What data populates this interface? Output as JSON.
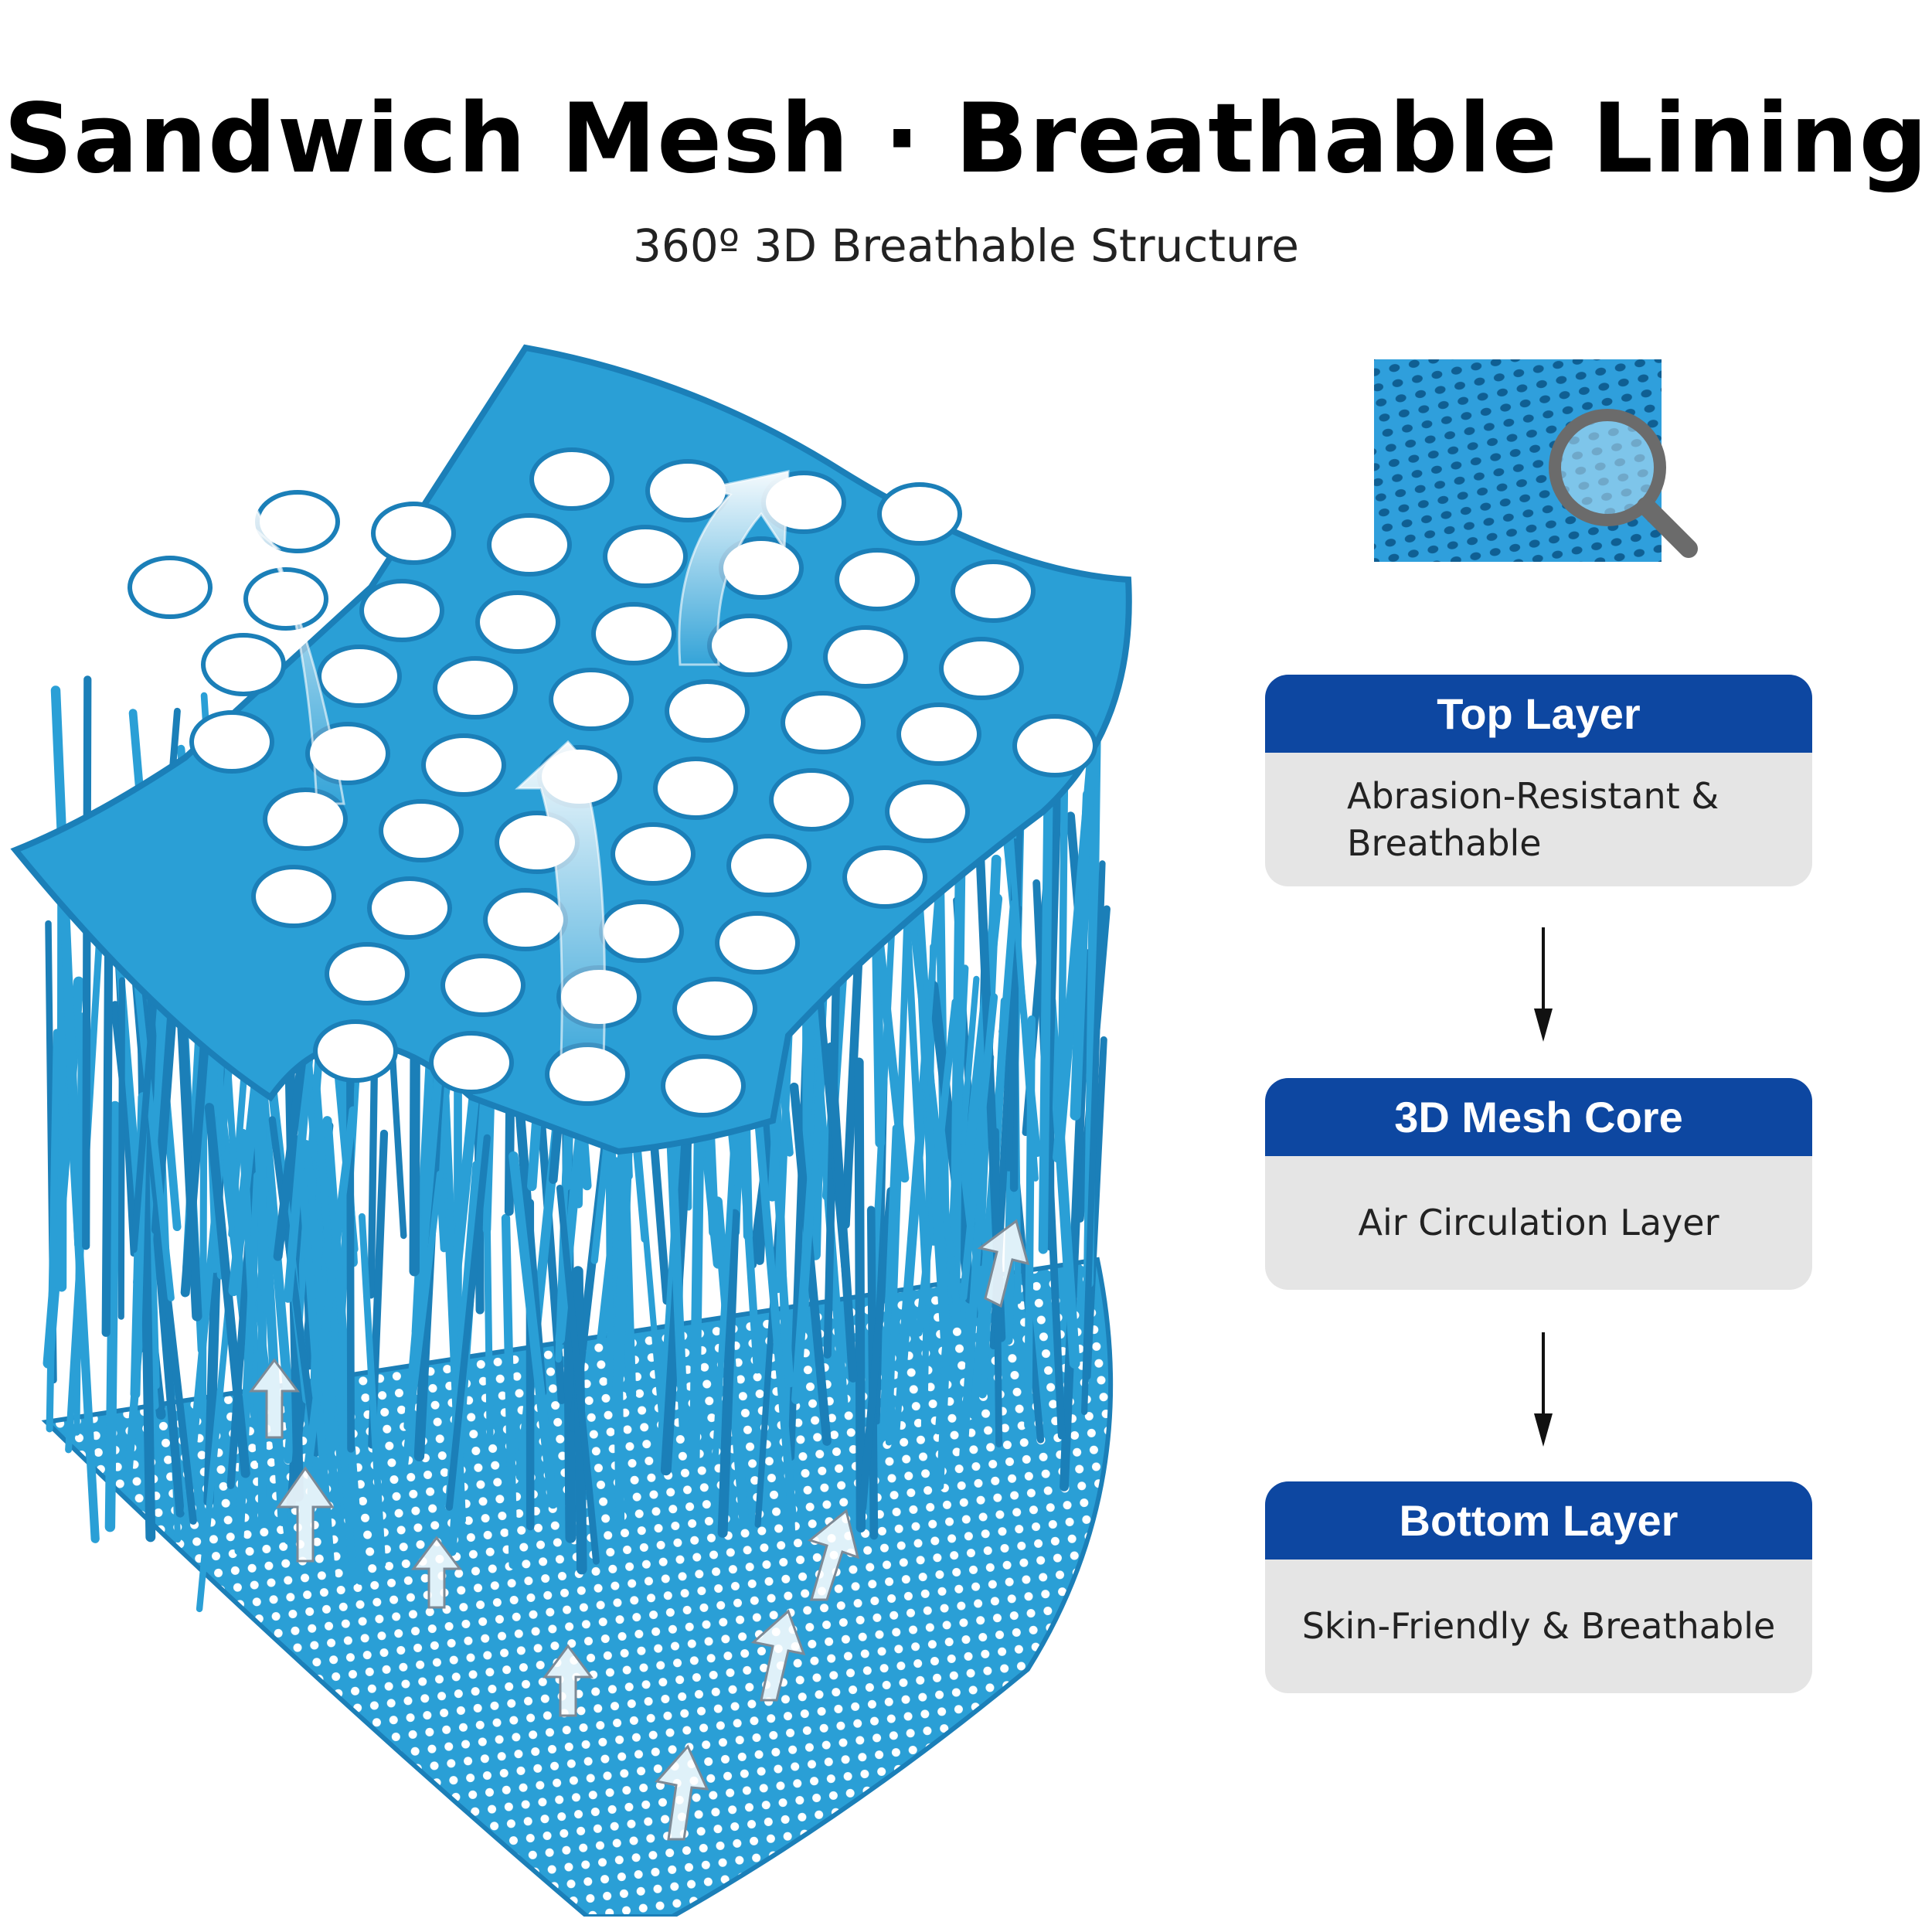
{
  "header": {
    "title": "Sandwich Mesh · Breathable Lining",
    "subtitle": "360º 3D Breathable Structure"
  },
  "layers": [
    {
      "title": "Top Layer",
      "description": "Abrasion-Resistant & Breathable"
    },
    {
      "title": "3D Mesh Core",
      "description": "Air Circulation Layer"
    },
    {
      "title": "Bottom Layer",
      "description": "Skin-Friendly & Breathable"
    }
  ],
  "colors": {
    "header_blue": "#0d47a1",
    "card_body_gray": "#e5e5e5",
    "mesh_blue": "#2a9fd6",
    "mesh_dark": "#1b7fb8"
  },
  "icons": {
    "zoom": "magnifier-icon",
    "flow": "arrow-down-icon",
    "airflow": "airflow-arrow-icon"
  }
}
